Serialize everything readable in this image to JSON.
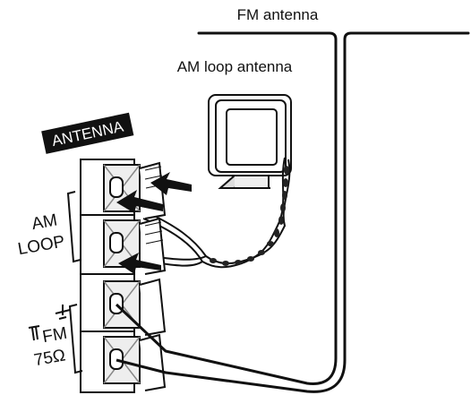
{
  "labels": {
    "fm_antenna": "FM antenna",
    "am_loop_antenna": "AM loop antenna",
    "antenna_panel": "ANTENNA",
    "am_line1": "AM",
    "am_line2": "LOOP",
    "fm_line1": "FM",
    "fm_line2": "75Ω"
  },
  "icons": {
    "ground": "ground-symbol-icon",
    "arrow": "insert-arrow-icon"
  },
  "colors": {
    "ink": "#111111",
    "paper": "#ffffff",
    "shade": "#777777"
  }
}
